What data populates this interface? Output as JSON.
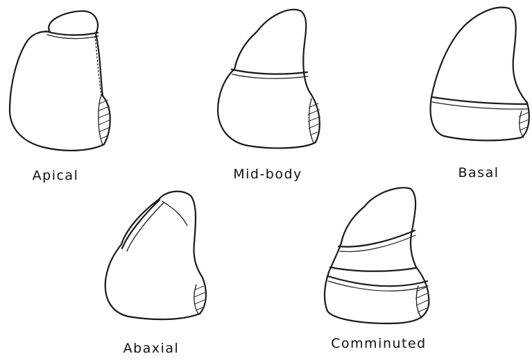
{
  "figure": {
    "panels": [
      {
        "label": "Apical"
      },
      {
        "label": "Mid-body"
      },
      {
        "label": "Basal"
      },
      {
        "label": "Abaxial"
      },
      {
        "label": "Comminuted"
      }
    ]
  }
}
